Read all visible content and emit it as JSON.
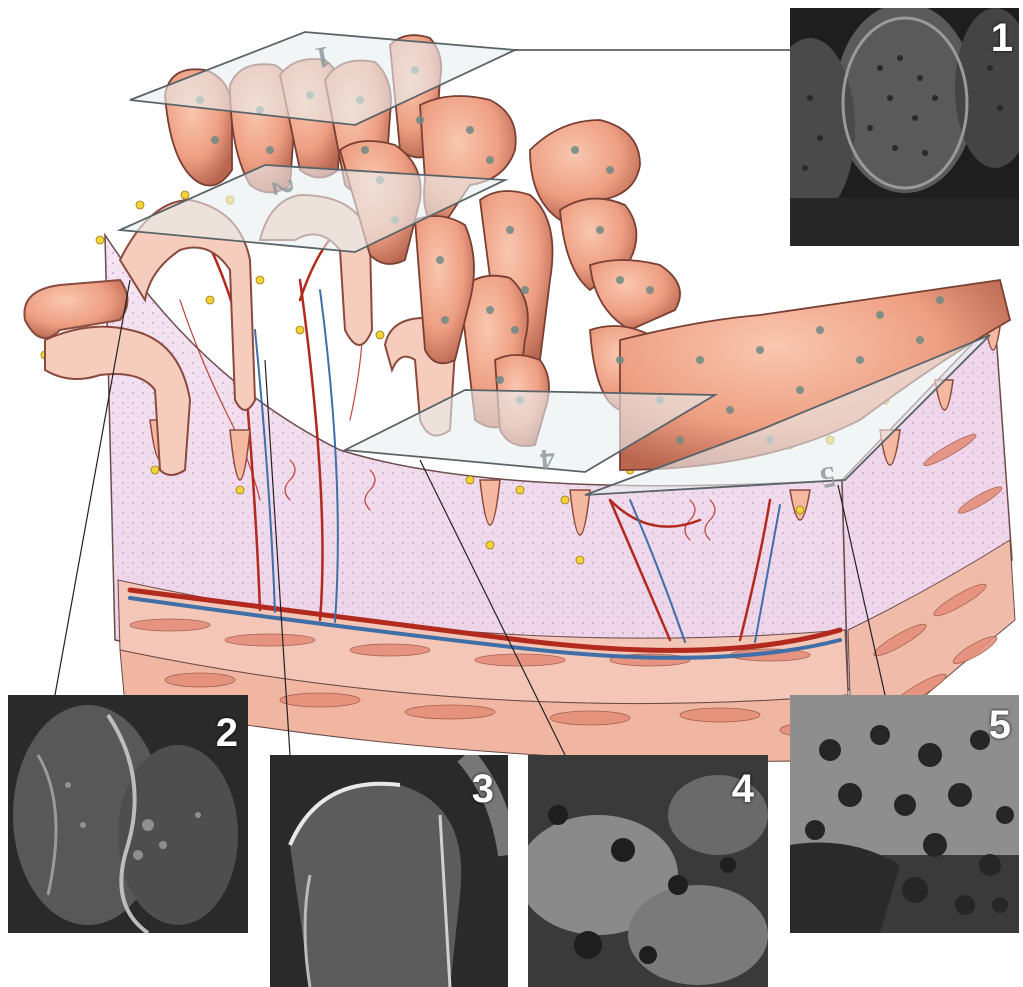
{
  "panels": [
    {
      "number": "1"
    },
    {
      "number": "2"
    },
    {
      "number": "3"
    },
    {
      "number": "4"
    },
    {
      "number": "5"
    }
  ],
  "plane_labels": [
    "1",
    "2",
    "4",
    "5"
  ],
  "colors": {
    "tissue": "#f1a98d",
    "tissue_dark": "#c97760",
    "tissue_spot": "#6f8a83",
    "lamina": "#f3dff0",
    "muscle": "#e9a18d",
    "artery": "#b22a1e",
    "vein": "#3f6fa6",
    "nucleus": "#f2d43a",
    "plane": "#e8eef0"
  }
}
